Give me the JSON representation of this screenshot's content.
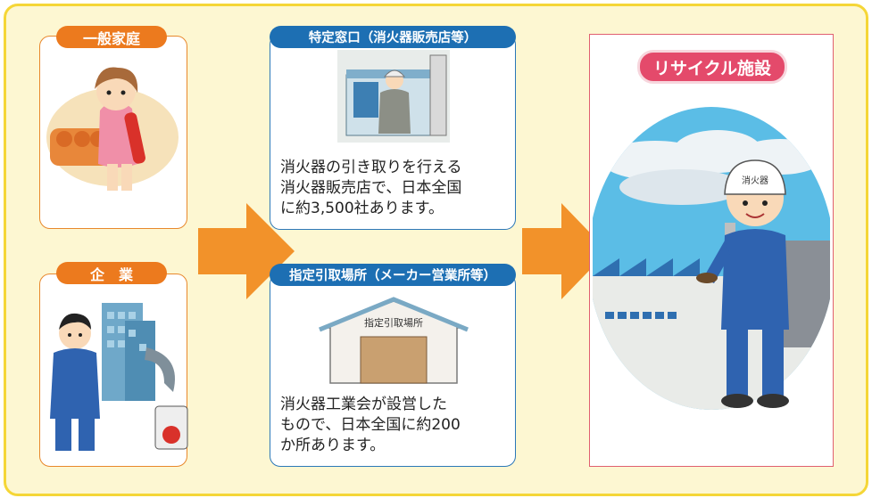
{
  "sources": {
    "household": {
      "label": "一般家庭"
    },
    "company": {
      "label": "企　業"
    }
  },
  "channels": {
    "designated_window": {
      "label": "特定窓口（消火器販売店等）",
      "description": [
        "消火器の引き取りを行える",
        "消火器販売店で、日本全国",
        "に約3,500社あります。"
      ]
    },
    "designated_collection": {
      "label": "指定引取場所（メーカー営業所等）",
      "sign_text": "指定引取場所",
      "description": [
        "消火器工業会が設営した",
        "もので、日本全国に約200",
        "か所あります。"
      ]
    }
  },
  "facility": {
    "label": "リサイクル施設",
    "helmet_text": "消火器"
  },
  "colors": {
    "orange": "#ec7a1e",
    "blue": "#1d6fb3",
    "pink": "#e44a6b",
    "frame": "#f5d637",
    "arrow": "#f2922a"
  }
}
